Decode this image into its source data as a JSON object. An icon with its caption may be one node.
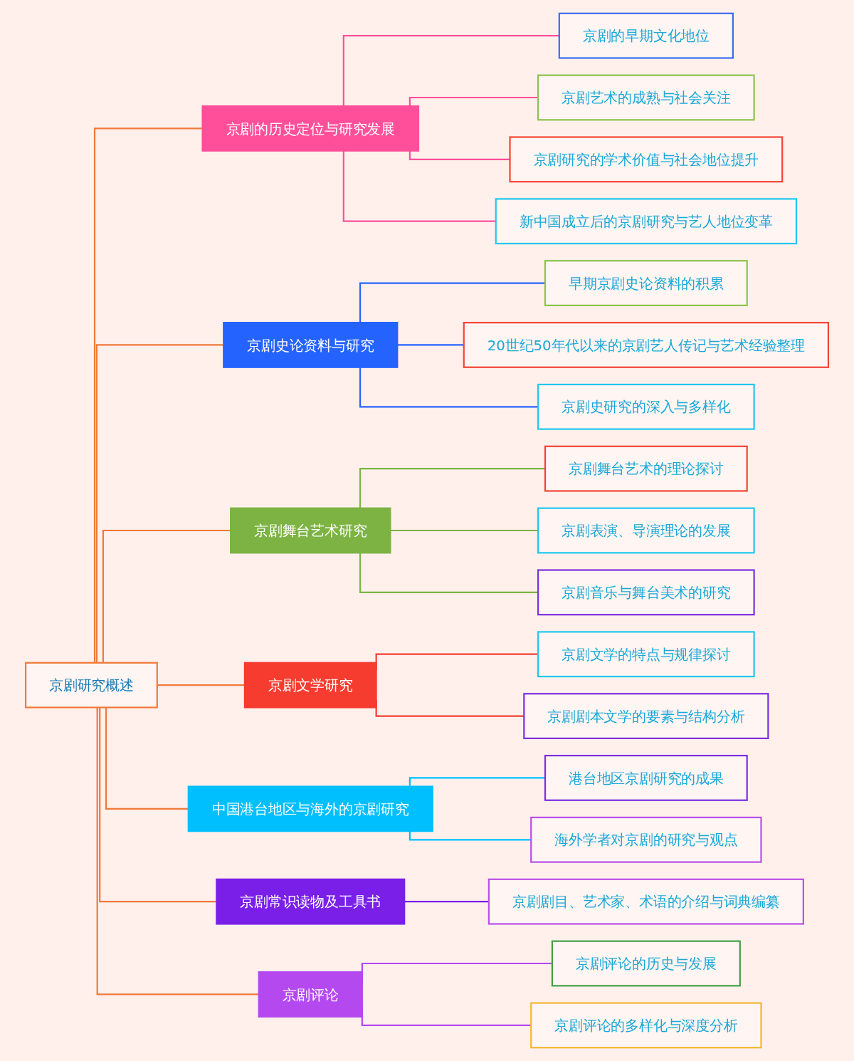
{
  "diagram": {
    "nodes": [
      {
        "text": [
          "京剧研究概述"
        ]
      },
      {
        "text": [
          "京剧的历史定位与研究发展"
        ]
      },
      {
        "text": [
          "京剧的早期文化地位"
        ]
      },
      {
        "text": [
          "京剧艺术的成熟与社会关注"
        ]
      },
      {
        "text": [
          "京剧研究的学术价值与社会地位提升"
        ]
      },
      {
        "text": [
          "新中国成立后的京剧研究与艺人地位变革"
        ]
      },
      {
        "text": [
          "京剧史论资料与研究"
        ]
      },
      {
        "text": [
          "早期京剧史论资料的积累"
        ]
      },
      {
        "text": [
          "20世纪50年代以来的京剧艺人传记与艺术经验整理"
        ]
      },
      {
        "text": [
          "京剧史研究的深入与多样化"
        ]
      },
      {
        "text": [
          "京剧舞台艺术研究"
        ]
      },
      {
        "text": [
          "京剧舞台艺术的理论探讨"
        ]
      },
      {
        "text": [
          "京剧表演、导演理论的发展"
        ]
      },
      {
        "text": [
          "京剧音乐与舞台美术的研究"
        ]
      },
      {
        "text": [
          "京剧文学研究"
        ]
      },
      {
        "text": [
          "京剧文学的特点与规律探讨"
        ]
      },
      {
        "text": [
          "京剧剧本文学的要素与结构分析"
        ]
      },
      {
        "text": [
          "中国港台地区与海外的京剧研究"
        ]
      },
      {
        "text": [
          "港台地区京剧研究的成果"
        ]
      },
      {
        "text": [
          "海外学者对京剧的研究与观点"
        ]
      },
      {
        "text": [
          "京剧常识读物及工具书"
        ]
      },
      {
        "text": [
          "京剧剧目、艺术家、术语的介绍与词典编纂"
        ]
      },
      {
        "text": [
          "京剧评论"
        ]
      },
      {
        "text": [
          "京剧评论的历史与发展"
        ]
      },
      {
        "text": [
          "京剧评论的多样化与深度分析"
        ]
      }
    ],
    "edges": [
      {
        "from": 0,
        "to": 1,
        "arrow": "none",
        "color": "#f07a3a"
      },
      {
        "from": 1,
        "to": 2,
        "arrow": "none",
        "color": "#ff4f9a"
      },
      {
        "from": 1,
        "to": 3,
        "arrow": "none",
        "color": "#ff4f9a"
      },
      {
        "from": 1,
        "to": 4,
        "arrow": "none",
        "color": "#ff4f9a"
      },
      {
        "from": 1,
        "to": 5,
        "arrow": "none",
        "color": "#ff4f9a"
      },
      {
        "from": 0,
        "to": 6,
        "arrow": "none",
        "color": "#f07a3a"
      },
      {
        "from": 6,
        "to": 7,
        "arrow": "none",
        "color": "#2563ff"
      },
      {
        "from": 6,
        "to": 8,
        "arrow": "none",
        "color": "#2563ff"
      },
      {
        "from": 6,
        "to": 9,
        "arrow": "none",
        "color": "#2563ff"
      },
      {
        "from": 0,
        "to": 10,
        "arrow": "none",
        "color": "#f07a3a"
      },
      {
        "from": 10,
        "to": 11,
        "arrow": "none",
        "color": "#7cb342"
      },
      {
        "from": 10,
        "to": 12,
        "arrow": "none",
        "color": "#7cb342"
      },
      {
        "from": 10,
        "to": 13,
        "arrow": "none",
        "color": "#7cb342"
      },
      {
        "from": 0,
        "to": 14,
        "arrow": "none",
        "color": "#f07a3a"
      },
      {
        "from": 14,
        "to": 15,
        "arrow": "none",
        "color": "#f53c2f"
      },
      {
        "from": 14,
        "to": 16,
        "arrow": "none",
        "color": "#f53c2f"
      },
      {
        "from": 0,
        "to": 17,
        "arrow": "none",
        "color": "#f07a3a"
      },
      {
        "from": 17,
        "to": 18,
        "arrow": "none",
        "color": "#00bfff"
      },
      {
        "from": 17,
        "to": 19,
        "arrow": "none",
        "color": "#00bfff"
      },
      {
        "from": 0,
        "to": 20,
        "arrow": "none",
        "color": "#f07a3a"
      },
      {
        "from": 20,
        "to": 21,
        "arrow": "none",
        "color": "#7a1fe8"
      },
      {
        "from": 0,
        "to": 22,
        "arrow": "none",
        "color": "#f07a3a"
      },
      {
        "from": 22,
        "to": 23,
        "arrow": "none",
        "color": "#b549f0"
      },
      {
        "from": 22,
        "to": 24,
        "arrow": "none",
        "color": "#b549f0"
      }
    ]
  }
}
